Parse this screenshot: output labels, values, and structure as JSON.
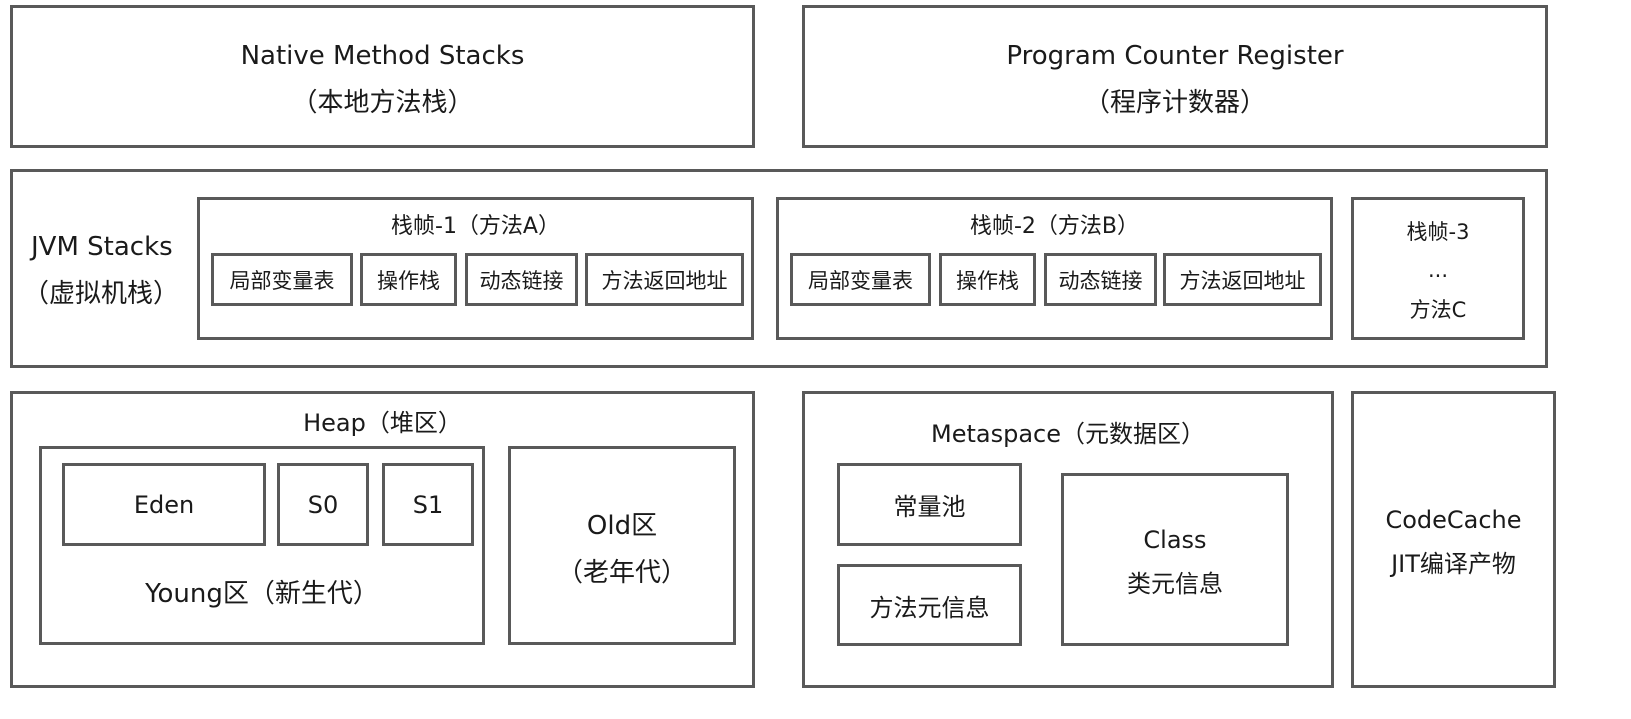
{
  "native": {
    "title": "Native Method Stacks",
    "subtitle": "（本地方法栈）"
  },
  "pc": {
    "title": "Program Counter Register",
    "subtitle": "（程序计数器）"
  },
  "jvm": {
    "title": "JVM Stacks",
    "subtitle": "（虚拟机栈）",
    "frame1": {
      "title": "栈帧-1（方法A）",
      "items": [
        "局部变量表",
        "操作栈",
        "动态链接",
        "方法返回地址"
      ]
    },
    "frame2": {
      "title": "栈帧-2（方法B）",
      "items": [
        "局部变量表",
        "操作栈",
        "动态链接",
        "方法返回地址"
      ]
    },
    "frame3": {
      "line1": "栈帧-3",
      "line2": "...",
      "line3": "方法C"
    }
  },
  "heap": {
    "title": "Heap（堆区）",
    "eden": "Eden",
    "s0": "S0",
    "s1": "S1",
    "young": "Young区（新生代）",
    "old_line1": "Old区",
    "old_line2": "（老年代）"
  },
  "meta": {
    "title": "Metaspace（元数据区）",
    "pool": "常量池",
    "method_meta": "方法元信息",
    "class_line1": "Class",
    "class_line2": "类元信息"
  },
  "codecache": {
    "line1": "CodeCache",
    "line2": "JIT编译产物"
  }
}
